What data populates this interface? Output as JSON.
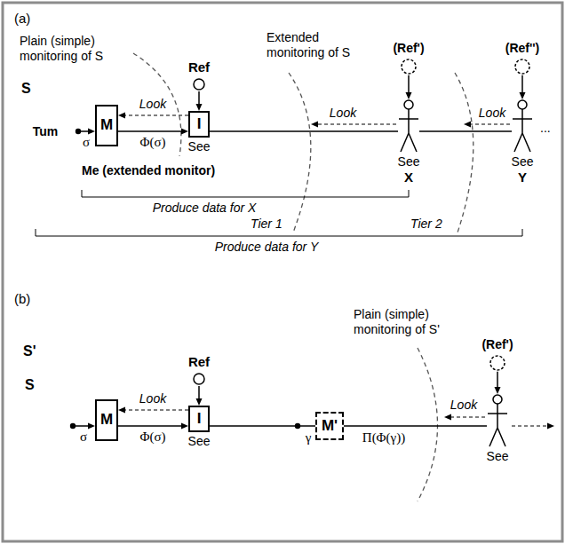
{
  "diagram": {
    "nodes": [
      {
        "text": [
          "S",
          "Tum"
        ]
      },
      {
        "text": [
          "Me (extended monitor)"
        ]
      },
      {
        "text": [
          "M"
        ],
        "in": 1
      },
      {
        "text": [
          "Ref"
        ],
        "in": 1
      },
      {
        "text": [
          "I",
          "See"
        ],
        "in": 1
      },
      {
        "text": [
          "(Ref')"
        ]
      },
      {
        "text": [
          "See",
          "X"
        ]
      },
      {
        "text": [
          "(Ref'')"
        ]
      },
      {
        "text": [
          "See",
          "Y"
        ]
      },
      {
        "text": [
          "S'"
        ]
      },
      {
        "text": [
          "S"
        ],
        "in": 9
      },
      {
        "text": [
          "M"
        ],
        "in": 9
      },
      {
        "text": [
          "Ref"
        ],
        "in": 9
      },
      {
        "text": [
          "I",
          "See"
        ],
        "in": 9
      },
      {
        "text": [
          "M'"
        ]
      },
      {
        "text": [
          "(Ref')"
        ]
      },
      {
        "text": [
          "See"
        ]
      }
    ],
    "edges": [
      {
        "from": 0,
        "to": 2,
        "label": "σ",
        "arrow": "to"
      },
      {
        "from": 2,
        "to": 4,
        "label": "Φ(σ)",
        "arrow": "to"
      },
      {
        "from": 4,
        "to": 2,
        "label": "Look",
        "arrow": "to"
      },
      {
        "from": 3,
        "to": 4,
        "arrow": "to"
      },
      {
        "from": 4,
        "to": 6,
        "arrow": "none"
      },
      {
        "from": 5,
        "to": 6,
        "arrow": "to"
      },
      {
        "from": 6,
        "to": 8,
        "arrow": "none"
      },
      {
        "from": 7,
        "to": 8,
        "arrow": "to"
      },
      {
        "from": 10,
        "to": 11,
        "label": "σ",
        "arrow": "to"
      },
      {
        "from": 11,
        "to": 13,
        "label": "Φ(σ)",
        "arrow": "to"
      },
      {
        "from": 13,
        "to": 11,
        "label": "Look",
        "arrow": "to"
      },
      {
        "from": 12,
        "to": 13,
        "arrow": "to"
      },
      {
        "from": 13,
        "to": 14,
        "label": "γ",
        "arrow": "none"
      },
      {
        "from": 14,
        "to": 16,
        "label": "Π(Φ(γ))",
        "arrow": "none"
      },
      {
        "from": 15,
        "to": 16,
        "arrow": "to"
      }
    ],
    "labels": [
      "(a)",
      "Plain (simple) monitoring of S",
      "Extended monitoring of S",
      "Look",
      "Look",
      "Tier 1",
      "Tier 2",
      "Produce data for X",
      "Produce data for Y",
      "...",
      "(b)",
      "Plain (simple) monitoring of S'",
      "Look"
    ]
  }
}
